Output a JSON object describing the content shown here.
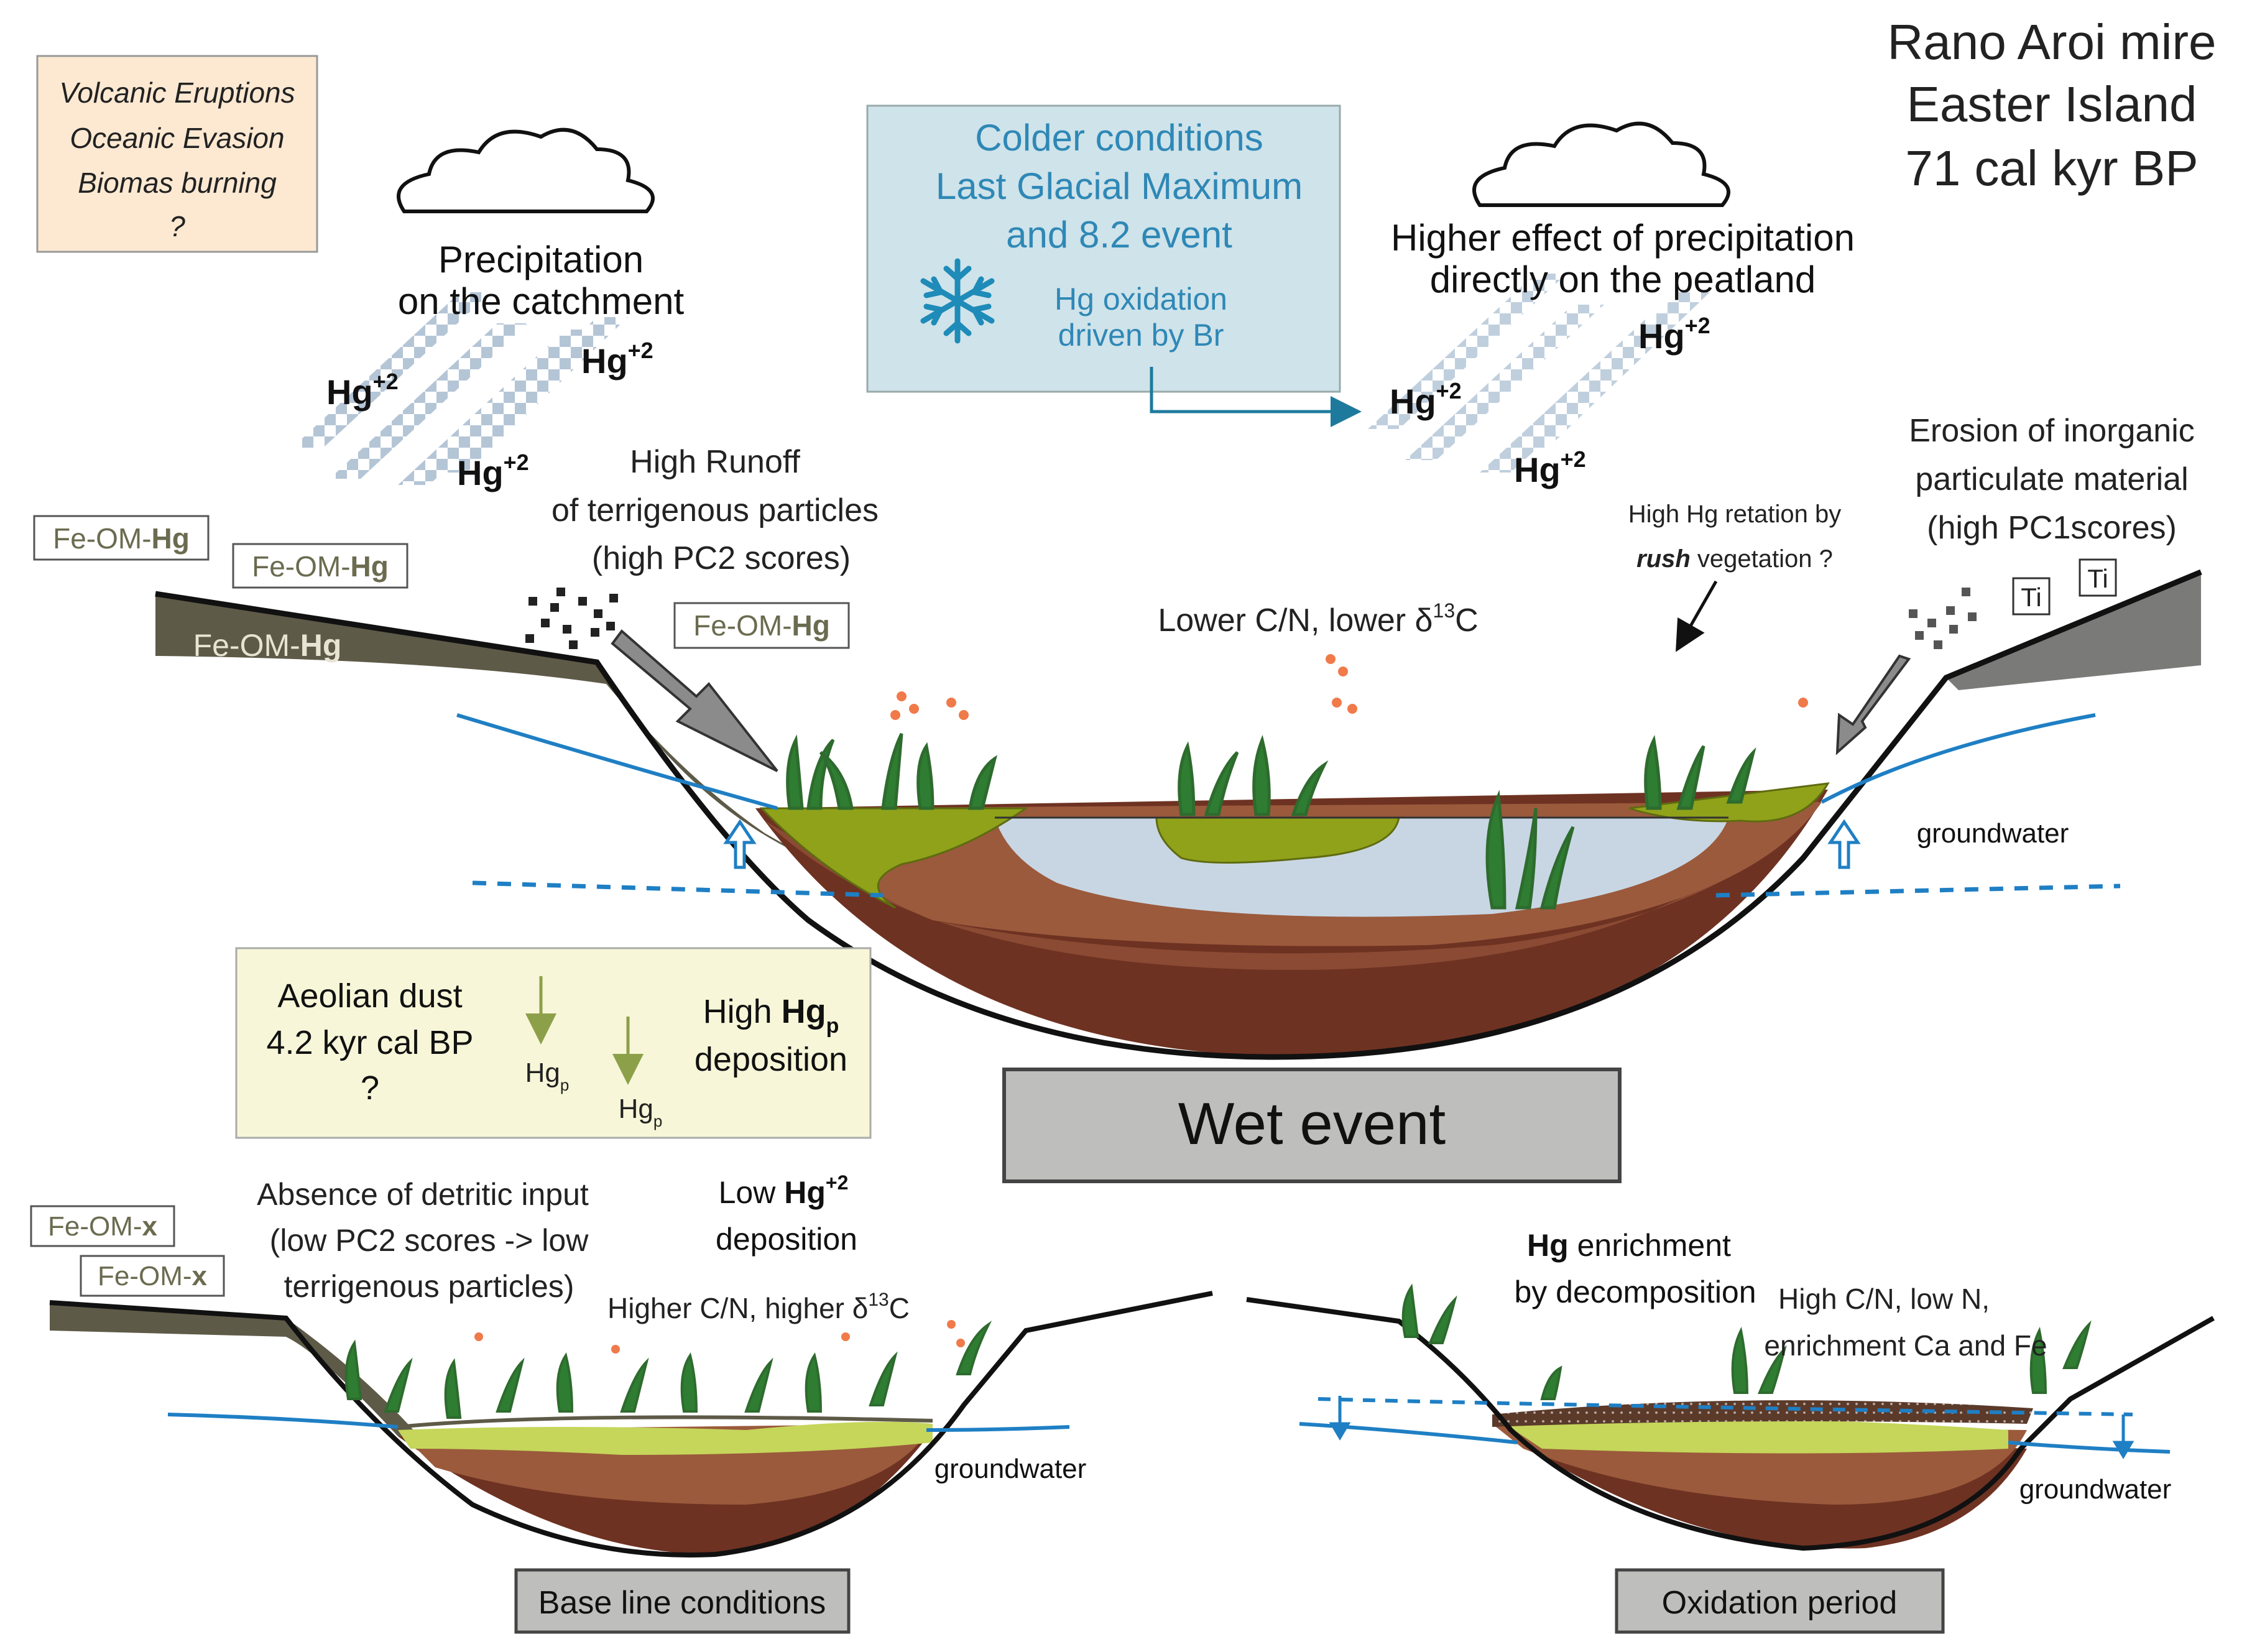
{
  "title": {
    "line1": "Rano Aroi mire",
    "line2": "Easter Island",
    "line3": "71 cal kyr BP"
  },
  "sources_box": {
    "line1": "Volcanic Eruptions",
    "line2": "Oceanic Evasion",
    "line3": "Biomas burning",
    "line4": "?"
  },
  "cold_box": {
    "line1": "Colder conditions",
    "line2": "Last Glacial Maximum",
    "line3": "and 8.2 event",
    "line4": "Hg oxidation",
    "line5": "driven by Br"
  },
  "precip_left": {
    "line1": "Precipitation",
    "line2": "on the catchment"
  },
  "precip_right": {
    "line1": "Higher effect of precipitation",
    "line2": "directly on the peatland"
  },
  "hg": {
    "base": "Hg",
    "sup": "+2",
    "p_sub": "p"
  },
  "fe_om_prefix": "Fe-OM-",
  "fe_om_hg": "Hg",
  "fe_om_x": "x",
  "runoff": {
    "line1": "High Runoff",
    "line2": "of terrigenous particles",
    "line3": "(high PC2 scores)"
  },
  "erosion": {
    "line1": "Erosion of inorganic",
    "line2": "particulate material",
    "line3": "(high PC1scores)"
  },
  "ti": "Ti",
  "rush": {
    "line1": "High Hg retation by",
    "line2a": "rush",
    "line2b": " vegetation ?"
  },
  "lower_cn": {
    "text": "Lower C/N, lower δ",
    "sup": "13",
    "end": "C"
  },
  "groundwater": "groundwater",
  "aeolian": {
    "line1": "Aeolian dust",
    "line2": "4.2 kyr cal BP",
    "line3": "?",
    "high1": "High ",
    "high2": "deposition"
  },
  "wet_event": "Wet event",
  "absence": {
    "line1": "Absence of detritic input",
    "line2": "(low PC2 scores -> low",
    "line3": "terrigenous particles)"
  },
  "low_hg": {
    "prefix": "Low ",
    "line2": "deposition"
  },
  "higher_cn": {
    "text": "Higher C/N, higher δ",
    "sup": "13",
    "end": "C"
  },
  "hg_enrich": {
    "line1b": " enrichment",
    "line2": "by decomposition"
  },
  "high_cn": {
    "line1": "High C/N, low N,",
    "line2": "enrichment Ca and Fe"
  },
  "baseline": "Base line conditions",
  "oxidation": "Oxidation period",
  "colors": {
    "soil_dark": "#5e5a48",
    "grass_green": "#8fa21a",
    "water": "#c8d6e4",
    "soil_brown": "#9b5a3c",
    "soil_deep": "#6e3222",
    "blue_line": "#1f7fc4",
    "cold_fill": "#cfe3ea",
    "cold_text": "#2e88b6",
    "dust_fill": "#f7f6d8",
    "source_fill": "#fde9d2",
    "label_gray": "#bebebc"
  }
}
